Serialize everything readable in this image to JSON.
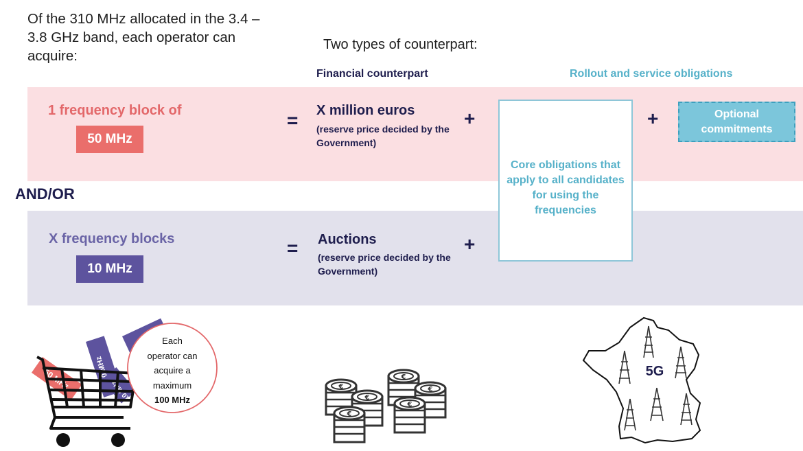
{
  "intro_text": "Of the 310 MHz allocated in the 3.4 – 3.8 GHz band, each operator can acquire:",
  "counterpart_title": "Two types of counterpart:",
  "headers": {
    "financial": "Financial counterpart",
    "rollout": "Rollout and service obligations"
  },
  "row1": {
    "label": "1 frequency block of",
    "badge": "50 MHz",
    "equals": "=",
    "counterpart": "X million euros",
    "counterpart_note": "(reserve price decided by the Government)",
    "plus_a": "+",
    "plus_b": "+"
  },
  "andor": "AND/OR",
  "row2": {
    "label": "X frequency blocks",
    "badge": "10 MHz",
    "equals": "=",
    "counterpart": "Auctions",
    "counterpart_note": "(reserve price decided by the Government)",
    "plus": "+"
  },
  "core_obligations": "Core obligations that apply to all candidates for using the frequencies",
  "optional_commitments": "Optional commitments",
  "cart_illustration": {
    "tag_50": "50 MHz",
    "tag_10": "10 MHz",
    "tag_10b": "10 MHz",
    "circle_lines": [
      "Each",
      "operator can",
      "acquire a",
      "maximum",
      "100 MHz"
    ]
  },
  "map_illustration": {
    "label": "5G"
  },
  "colors": {
    "pink_band": "#fbdfe2",
    "lavender_band": "#e2e1ec",
    "coral": "#ea6e6b",
    "purple": "#5d539e",
    "navy": "#1e1d4d",
    "teal": "#56b1c9"
  }
}
